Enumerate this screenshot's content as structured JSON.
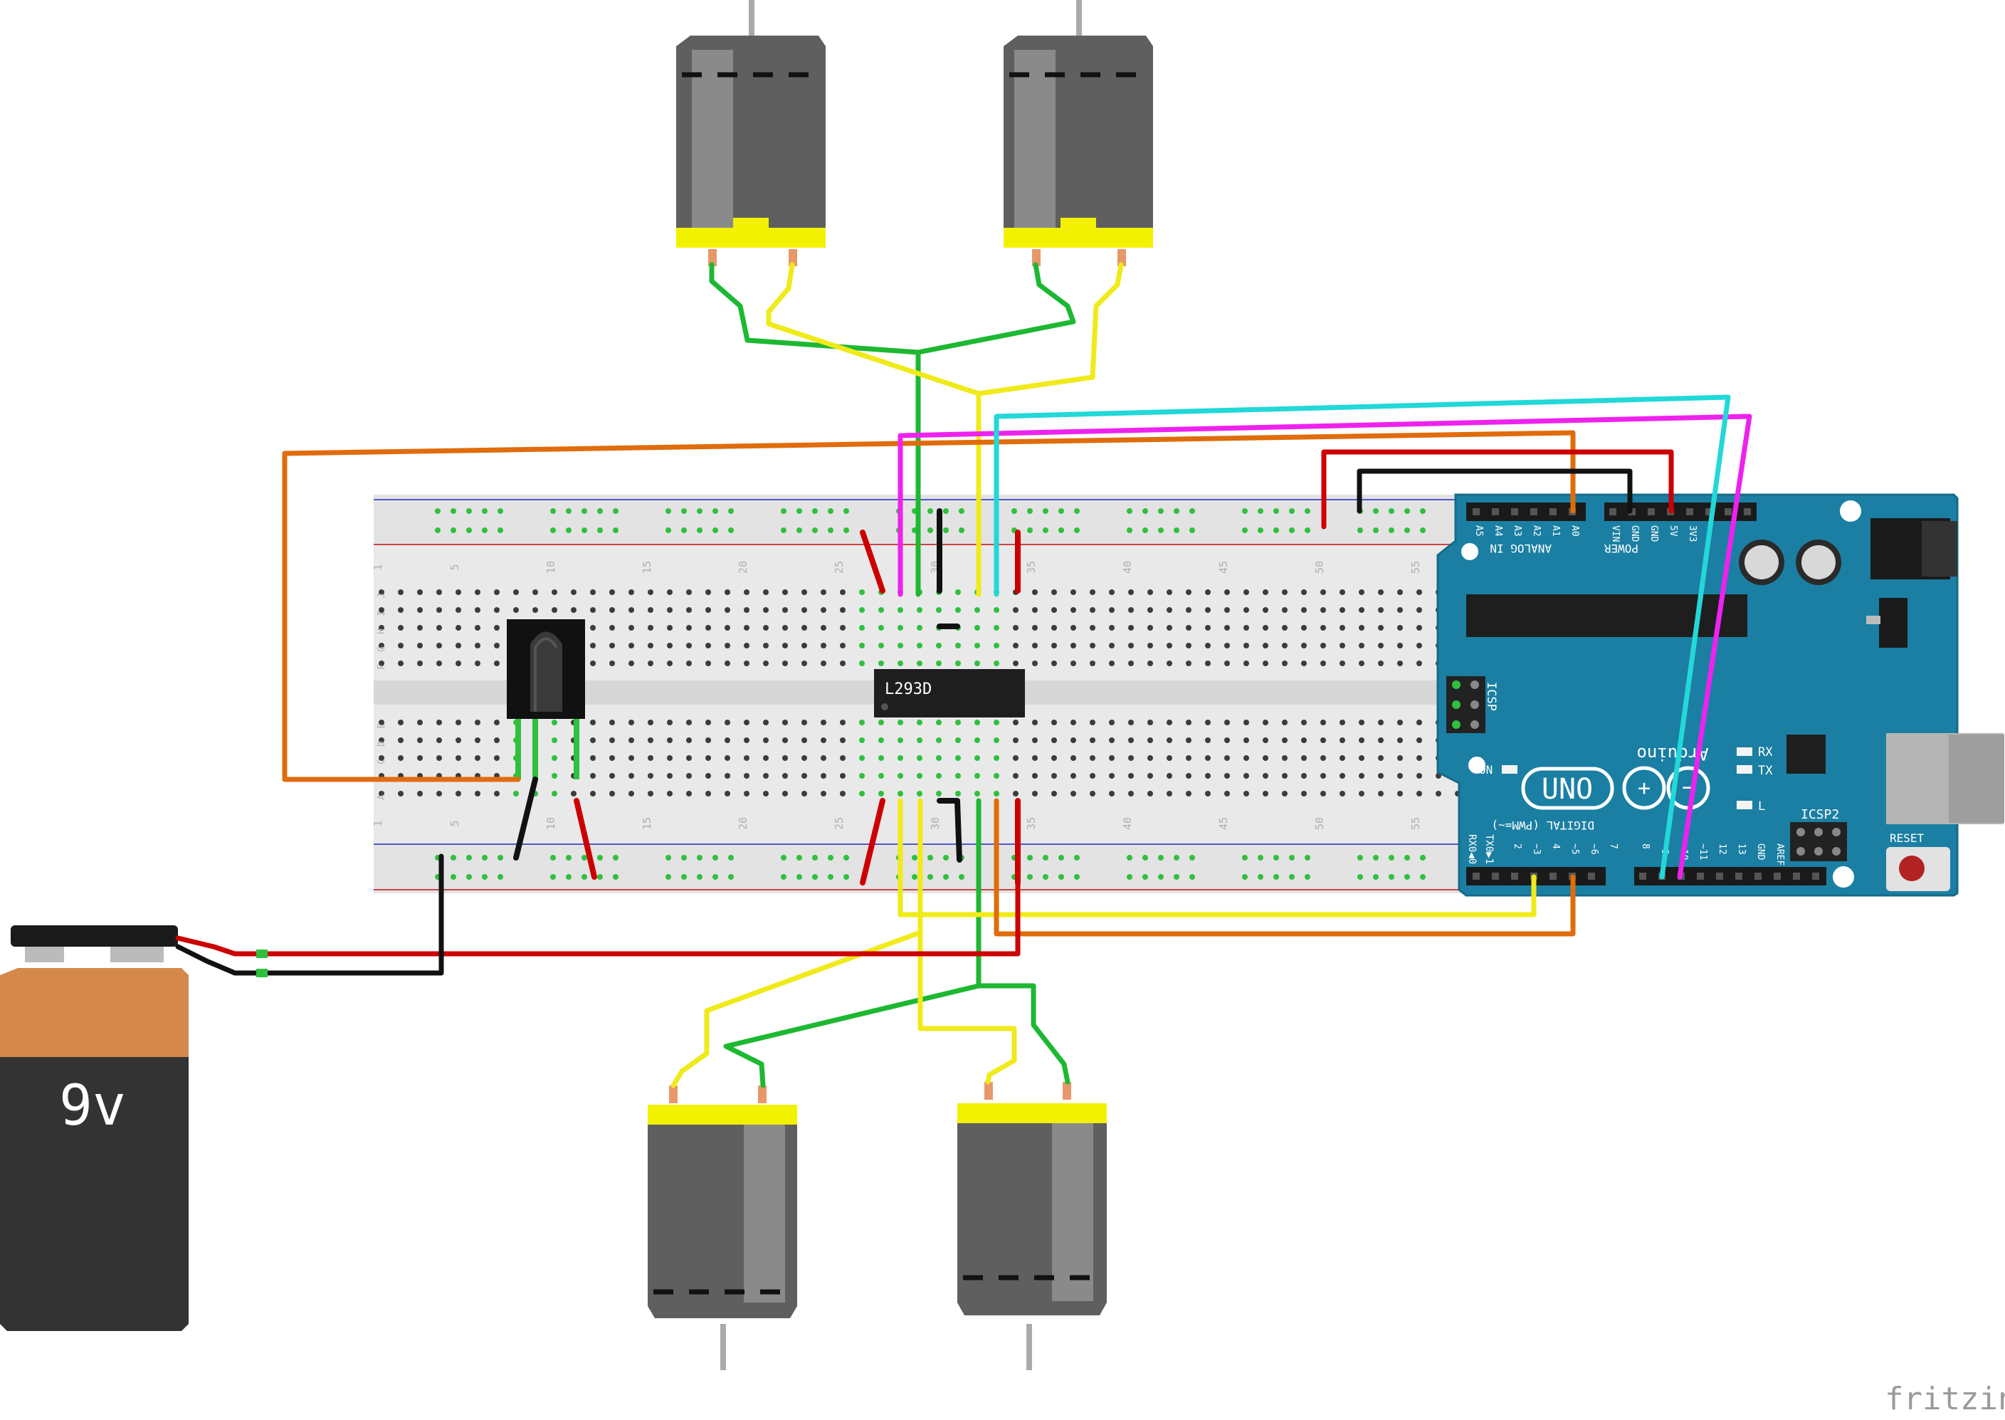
{
  "chip": {
    "label": "L293D"
  },
  "battery": {
    "label": "9v"
  },
  "arduino": {
    "brand": "Arduino",
    "model": "UNO",
    "analog_header_label": "ANALOG IN",
    "power_header_label": "POWER",
    "digital_header_label": "DIGITAL (PWM=~)",
    "icsp_label": "ICSP",
    "icsp2_label": "ICSP2",
    "reset_label": "RESET",
    "on_label": "ON",
    "rx_label": "RX",
    "tx_label": "TX",
    "l_label": "L",
    "rx0_label": "RX0◀0",
    "tx1_label": "TX0▶1",
    "analog_pins": [
      "A5",
      "A4",
      "A3",
      "A2",
      "A1",
      "A0"
    ],
    "power_pins": [
      "VIN",
      "GND",
      "GND",
      "5V",
      "3V3"
    ],
    "digital_pins": [
      "2",
      "~3",
      "4",
      "~5",
      "~6",
      "7",
      "8",
      "~9",
      "~10",
      "~11",
      "12",
      "13",
      "GND",
      "AREF"
    ]
  },
  "breadboard": {
    "column_numbers": [
      "1",
      "5",
      "10",
      "15",
      "20",
      "25",
      "30",
      "35",
      "40",
      "45",
      "50",
      "55"
    ],
    "row_letters_top": [
      "J",
      "I",
      "H",
      "G",
      "F"
    ],
    "row_letters_bottom": [
      "E",
      "D",
      "C",
      "B",
      "A"
    ]
  },
  "watermark": "fritzing",
  "colors": {
    "breadboard": "#e9e9e9",
    "arduino_board": "#1b7fa3",
    "motor_body": "#6a6a6a",
    "motor_cap": "#f2f200",
    "battery_top": "#d4894a",
    "battery_bottom": "#333333",
    "wire_red": "#cc0000",
    "wire_black": "#111111",
    "wire_orange": "#e06c0c",
    "wire_yellow": "#f0ea1a",
    "wire_green": "#1db832",
    "wire_magenta": "#ee22ee",
    "wire_cyan": "#22d8d8"
  }
}
